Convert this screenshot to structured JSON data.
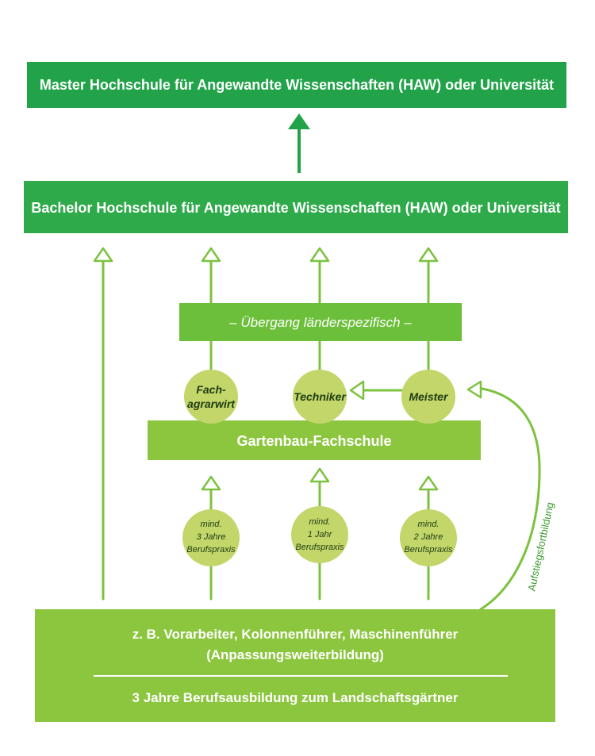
{
  "colors": {
    "dark_green": "#22a34a",
    "mid_green": "#6cbf3a",
    "light_green": "#8cc63f",
    "circle_fill": "#c2d66a",
    "line_green": "#7cc23f",
    "text_dark": "#1f3b12",
    "text_white": "#ffffff"
  },
  "master": {
    "label": "Master Hochschule für Angewandte Wissenschaften (HAW) oder Universität"
  },
  "bachelor": {
    "label": "Bachelor Hochschule für Angewandte Wissenschaften (HAW) oder Universität"
  },
  "transition": {
    "label": "– Übergang länderspezifisch –"
  },
  "qualifications": {
    "fachagrarwirt": {
      "line1": "Fach-",
      "line2": "agrarwirt"
    },
    "techniker": {
      "label": "Techniker"
    },
    "meister": {
      "label": "Meister"
    }
  },
  "fachschule": {
    "label": "Gartenbau-Fachschule"
  },
  "practice": {
    "left": {
      "line1": "mind.",
      "line2": "3 Jahre",
      "line3": "Berufspraxis"
    },
    "center": {
      "line1": "mind.",
      "line2": "1 Jahr",
      "line3": "Berufspraxis"
    },
    "right": {
      "line1": "mind.",
      "line2": "2 Jahre",
      "line3": "Berufspraxis"
    }
  },
  "side_label": "Aufstiegsfortbildung",
  "base": {
    "line1": "z. B. Vorarbeiter, Kolonnenführer, Maschinenführer",
    "line2": "(Anpassungsweiterbildung)",
    "line3": "3 Jahre Berufsausbildung zum Landschaftsgärtner"
  }
}
